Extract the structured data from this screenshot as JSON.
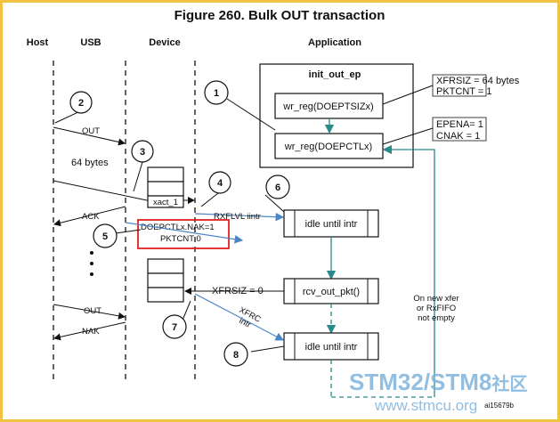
{
  "title": "Figure 260. Bulk OUT transaction",
  "columns": {
    "host": "Host",
    "usb": "USB",
    "device": "Device",
    "application": "Application"
  },
  "init_box": {
    "title": "init_out_ep",
    "step1": "wr_reg(DOEPTSIZx)",
    "step2": "wr_reg(DOEPCTLx)"
  },
  "notes": {
    "xfrsiz_line1": "XFRSIZ  = 64 bytes",
    "xfrsiz_line2": "PKTCNT = 1",
    "epena_line1": "EPENA= 1",
    "epena_line2": "CNAK = 1"
  },
  "packets": {
    "out1": "OUT",
    "bytes": "64 bytes",
    "ack": "ACK",
    "out2": "OUT",
    "nak": "NAK"
  },
  "device": {
    "xact": "xact_1",
    "doepctl_line1": "DOEPCTLx.NAK=1",
    "doepctl_line2": "PKTCNT 0"
  },
  "signals": {
    "rxflvl": "RXFLVL iintr",
    "xfrsiz0": "XFRSIZ = 0",
    "xfrc_line1": "XFRC",
    "xfrc_line2": "intr"
  },
  "app": {
    "idle1": "idle until intr",
    "rcv": "rcv_out_pkt()",
    "idle2": "idle until intr"
  },
  "side_note": {
    "line1": "On new xfer",
    "line2": "or RxFIFO",
    "line3": "not empty"
  },
  "steps": [
    "1",
    "2",
    "3",
    "4",
    "5",
    "6",
    "7",
    "8"
  ],
  "figure_id": "ai15679b",
  "watermark": {
    "brand1": "STM32",
    "slash": "/",
    "brand2": "STM8",
    "suffix": "社区",
    "url": "www.stmcu.org"
  },
  "colors": {
    "frame": "#f2c242",
    "teal": "#2a8a8a",
    "blue": "#4a86c6",
    "red": "#e02020",
    "watermark": "#7fb3dc"
  }
}
